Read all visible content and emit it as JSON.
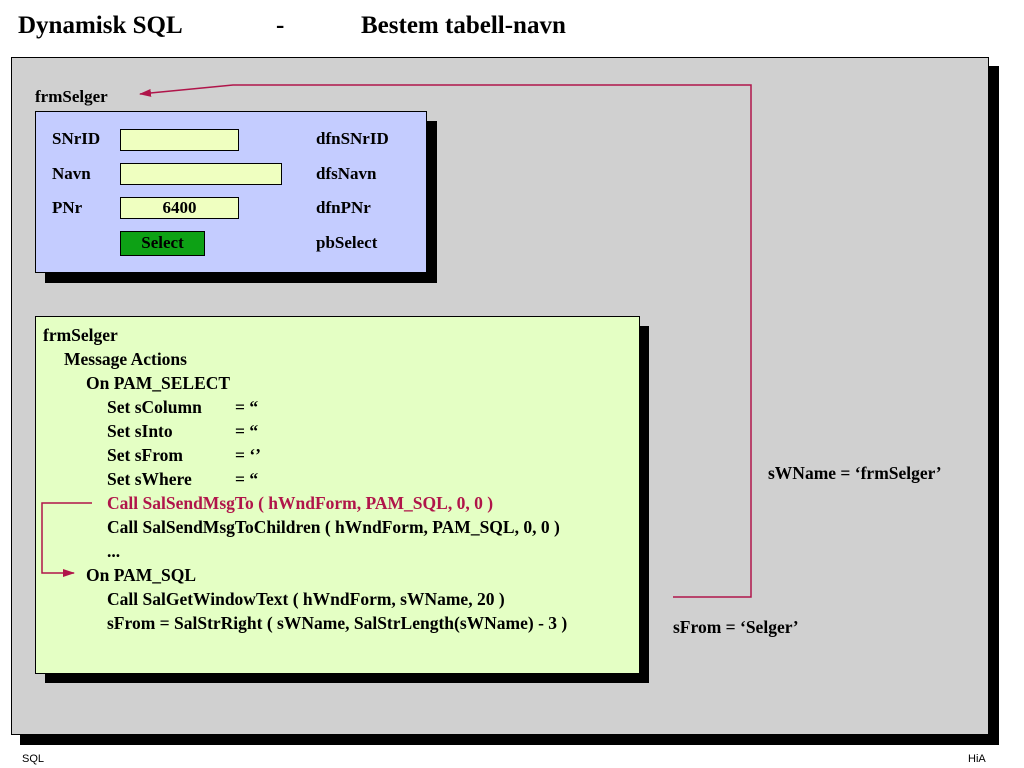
{
  "slide": {
    "title_left": "Dynamisk SQL",
    "title_dash": "-",
    "title_right": "Bestem tabell-navn"
  },
  "form": {
    "caption": "frmSelger",
    "rows": [
      {
        "label": "SNrID",
        "value": "",
        "name": "dfnSNrID"
      },
      {
        "label": "Navn",
        "value": "",
        "name": "dfsNavn"
      },
      {
        "label": "PNr",
        "value": "6400",
        "name": "dfnPNr"
      }
    ],
    "button_label": "Select",
    "button_name": "pbSelect"
  },
  "code": {
    "lines": [
      "frmSelger",
      "Message Actions",
      "On PAM_SELECT",
      "Set sColumn",
      "= “",
      "Set sInto",
      "= “",
      "Set sFrom",
      "= ‘’",
      "Set sWhere",
      "= “",
      "Call SalSendMsgTo ( hWndForm, PAM_SQL, 0, 0 )",
      "Call SalSendMsgToChildren ( hWndForm, PAM_SQL, 0, 0 )",
      "...",
      "On PAM_SQL",
      "Call SalGetWindowText ( hWndForm, sWName, 20 )",
      "sFrom = SalStrRight ( sWName, SalStrLength(sWName) - 3 )"
    ]
  },
  "annotations": {
    "swname": "sWName = ‘frmSelger’",
    "sfrom": "sFrom = ‘Selger’"
  },
  "footer": {
    "left": "SQL",
    "right": "HiA"
  },
  "colors": {
    "arrow": "#b0154a",
    "highlight": "#b0154a",
    "form_bg": "#c4ccff",
    "field_bg": "#efffc0",
    "button_bg": "#0da115",
    "code_bg": "#e4ffc4",
    "panel_bg": "#d0d0d0"
  }
}
